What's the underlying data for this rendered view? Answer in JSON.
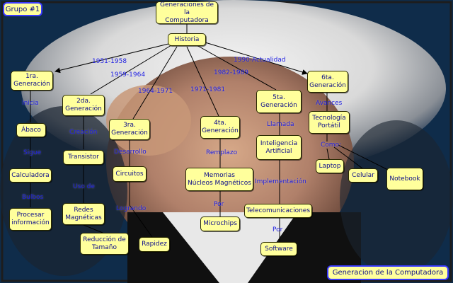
{
  "badges": {
    "group": "Grupo #1",
    "footer": "Generacion de la Computadora"
  },
  "nodes": {
    "root": "Generaciones de la\nComputadora",
    "historia": "Historia",
    "gen1": "1ra.\nGeneración",
    "gen2": "2da.\nGeneración",
    "gen3": "3ra.\nGeneración",
    "gen4": "4ta.\nGeneración",
    "gen5": "5ta.\nGeneración",
    "gen6": "6ta.\nGeneración",
    "abaco": "Ábaco",
    "calculadora": "Calculadora",
    "procesar": "Procesar\ninformación",
    "transistor": "Transistor",
    "redes": "Redes\nMagnéticas",
    "reduccion": "Reducción de\nTamaño",
    "circuitos": "Circuitos",
    "rapidez": "Rapidez",
    "memorias": "Memorias\nNúcleos Magnéticos",
    "microchips": "Microchips",
    "ia": "Inteligencia\nArtificial",
    "telecom": "Telecomunicaciones",
    "software": "Software",
    "tecnologia": "Tecnología\nPortátil",
    "laptop": "Laptop",
    "celular": "Celular",
    "notebook": "Notebook"
  },
  "labels": {
    "y1": "1951-1958",
    "y2": "1959-1964",
    "y3": "1964-1971",
    "y4": "1971-1981",
    "y5": "1982-1989",
    "y6": "1990-Actualidad",
    "inicia": "Inicia",
    "sigue": "Sigue",
    "bulbos": "Bulbos",
    "creacion": "Creación",
    "usode": "Uso de",
    "desarrollo": "Desarrollo",
    "logrando": "Logrando",
    "remplazo": "Remplazo",
    "por1": "Por",
    "llamada": "Llamada",
    "implementacion": "Implementación",
    "por2": "Por",
    "avances": "Avances",
    "como": "Como:"
  }
}
